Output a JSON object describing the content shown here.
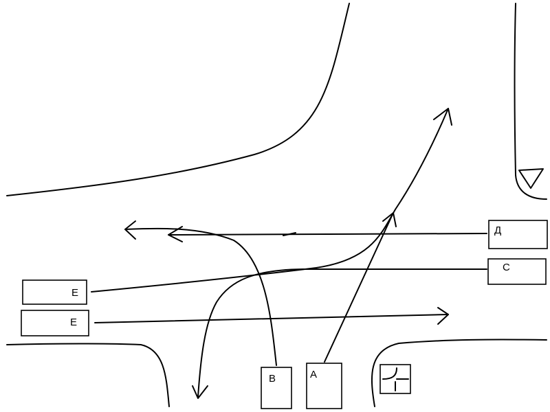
{
  "vehicles": {
    "A": "А",
    "B": "В",
    "C": "С",
    "D": "Д",
    "E_upper": "Е",
    "E_lower": "Е"
  },
  "signs": {
    "give_way": "give-way-triangle-icon",
    "intersection": "side-road-junction-icon"
  }
}
